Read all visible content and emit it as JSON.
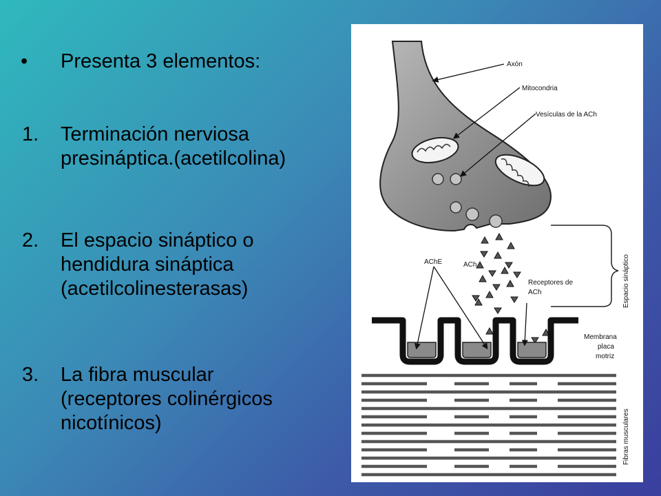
{
  "slide": {
    "bullet_marker": "•",
    "bullet_text": "Presenta 3 elementos:",
    "items": [
      {
        "marker": "1.",
        "lines": [
          "Terminación nerviosa",
          "presináptica.(acetilcolina)"
        ]
      },
      {
        "marker": "2.",
        "lines": [
          "El espacio sináptico o",
          "hendidura sináptica",
          "(acetilcolinesterasas)"
        ]
      },
      {
        "marker": "3.",
        "lines": [
          "La fibra muscular",
          "(receptores colinérgicos",
          "nicotínicos)"
        ]
      }
    ]
  },
  "figure": {
    "labels": {
      "axon": "Axón",
      "mitochondria": "Mitocondria",
      "vesicles": "Vesículas de la ACh",
      "ache": "AChE",
      "ach": "ACh",
      "receptors_line1": "Receptores de",
      "receptors_line2": "ACh",
      "synaptic_space": "Espacio sináptico",
      "membrane_line1": "Membrana",
      "membrane_line2": "placa",
      "membrane_line3": "motriz",
      "muscle_fibers": "Fibras musculares"
    }
  }
}
